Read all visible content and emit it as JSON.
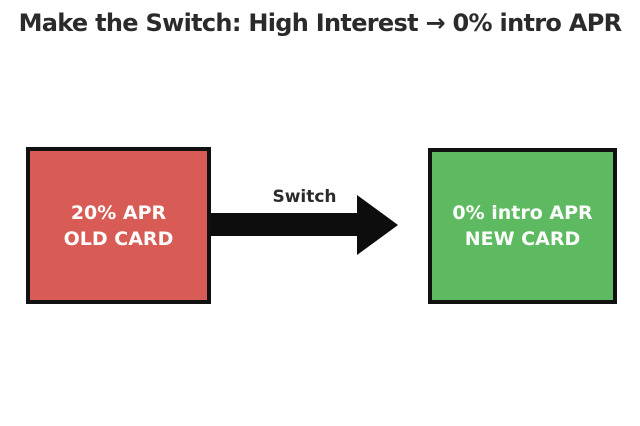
{
  "title": "Make the Switch: High Interest → 0% intro APR",
  "old_card": {
    "line1": "20% APR",
    "line2": "OLD CARD"
  },
  "arrow": {
    "label": "Switch"
  },
  "new_card": {
    "line1": "0% intro APR",
    "line2": "NEW CARD"
  },
  "colors": {
    "background": "#ffffff",
    "title-text": "#2b2b2b",
    "old-card-fill": "#d85b55",
    "new-card-fill": "#5dba60",
    "card-border": "#111111",
    "card-text": "#fcfcfc",
    "arrow": "#0d0d0d"
  }
}
